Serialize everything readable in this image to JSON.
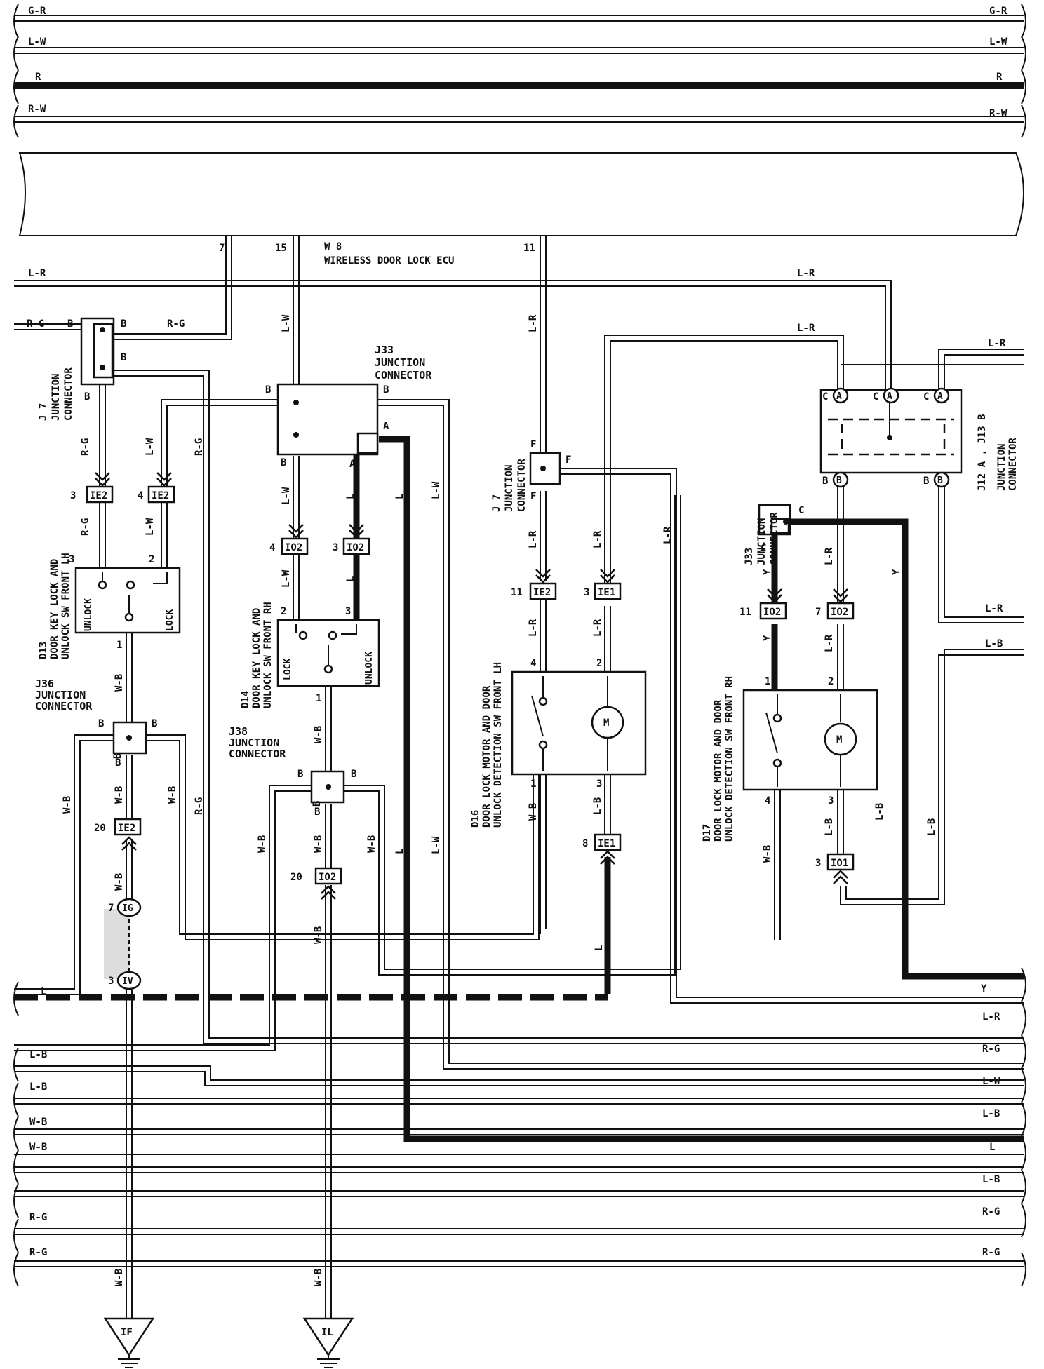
{
  "top_buses": [
    {
      "left": "G-R",
      "right": "G-R"
    },
    {
      "left": "L-W",
      "right": "L-W"
    },
    {
      "left": "R",
      "right": "R"
    },
    {
      "left": "R-W",
      "right": "R-W"
    }
  ],
  "ecu": {
    "code": "W 8",
    "name": "WIRELESS DOOR LOCK ECU",
    "pins": [
      "7",
      "15",
      "11"
    ]
  },
  "junctions": {
    "j7_left": {
      "code": "J 7",
      "name": "JUNCTION",
      "name2": "CONNECTOR",
      "pin": "B"
    },
    "j33_mid": {
      "code": "J33",
      "name": "JUNCTION",
      "name2": "CONNECTOR",
      "pin_b": "B",
      "pin_a": "A"
    },
    "j7_mid": {
      "code": "J 7",
      "name": "JUNCTION",
      "name2": "CONNECTOR",
      "pin": "F"
    },
    "j33_right": {
      "code": "J33",
      "name": "JUNCTION",
      "name2": "CONNECTOR",
      "pin": "C"
    },
    "j12_j13": {
      "code": "J12 A , J13 B",
      "name": "JUNCTION",
      "name2": "CONNECTOR",
      "pin_a": "C",
      "circ_a": "A",
      "pin_b": "B",
      "circ_b": "B"
    },
    "j36": {
      "code": "J36",
      "name": "JUNCTION",
      "name2": "CONNECTOR",
      "pin": "B"
    },
    "j38": {
      "code": "J38",
      "name": "JUNCTION",
      "name2": "CONNECTOR",
      "pin": "B"
    }
  },
  "connectors": {
    "ie2": "IE2",
    "ie1": "IE1",
    "io2": "IO2",
    "io1": "IO1",
    "ig": "IG",
    "iv": "IV"
  },
  "pin_numbers": {
    "p1": "1",
    "p2": "2",
    "p3": "3",
    "p4": "4",
    "p7": "7",
    "p8": "8",
    "p11": "11",
    "p20": "20"
  },
  "components": {
    "d13": {
      "code": "D13",
      "line1": "DOOR KEY LOCK AND",
      "line2": "UNLOCK SW FRONT LH",
      "unlock": "UNLOCK",
      "lock": "LOCK"
    },
    "d14": {
      "code": "D14",
      "line1": "DOOR KEY LOCK AND",
      "line2": "UNLOCK SW FRONT RH",
      "unlock": "UNLOCK",
      "lock": "LOCK"
    },
    "d16": {
      "code": "D16",
      "line1": "DOOR LOCK MOTOR AND DOOR",
      "line2": "UNLOCK DETECTION SW FRONT LH",
      "motor": "M"
    },
    "d17": {
      "code": "D17",
      "line1": "DOOR LOCK MOTOR AND DOOR",
      "line2": "UNLOCK DETECTION SW FRONT RH",
      "motor": "M"
    }
  },
  "wire_colors": {
    "l_r": "L-R",
    "r_g": "R-G",
    "l_w": "L-W",
    "w_b": "W-B",
    "l_b": "L-B",
    "b": "B",
    "l": "L",
    "y": "Y"
  },
  "bottom_buses": {
    "right": [
      "Y",
      "L-R",
      "R-G",
      "L-W",
      "L-B",
      "L",
      "L-B",
      "R-G",
      "R-G"
    ],
    "left": [
      "L",
      "L-B",
      "L-B",
      "W-B",
      "W-B",
      "R-G",
      "R-G"
    ]
  },
  "grounds": [
    "IF",
    "IL"
  ]
}
